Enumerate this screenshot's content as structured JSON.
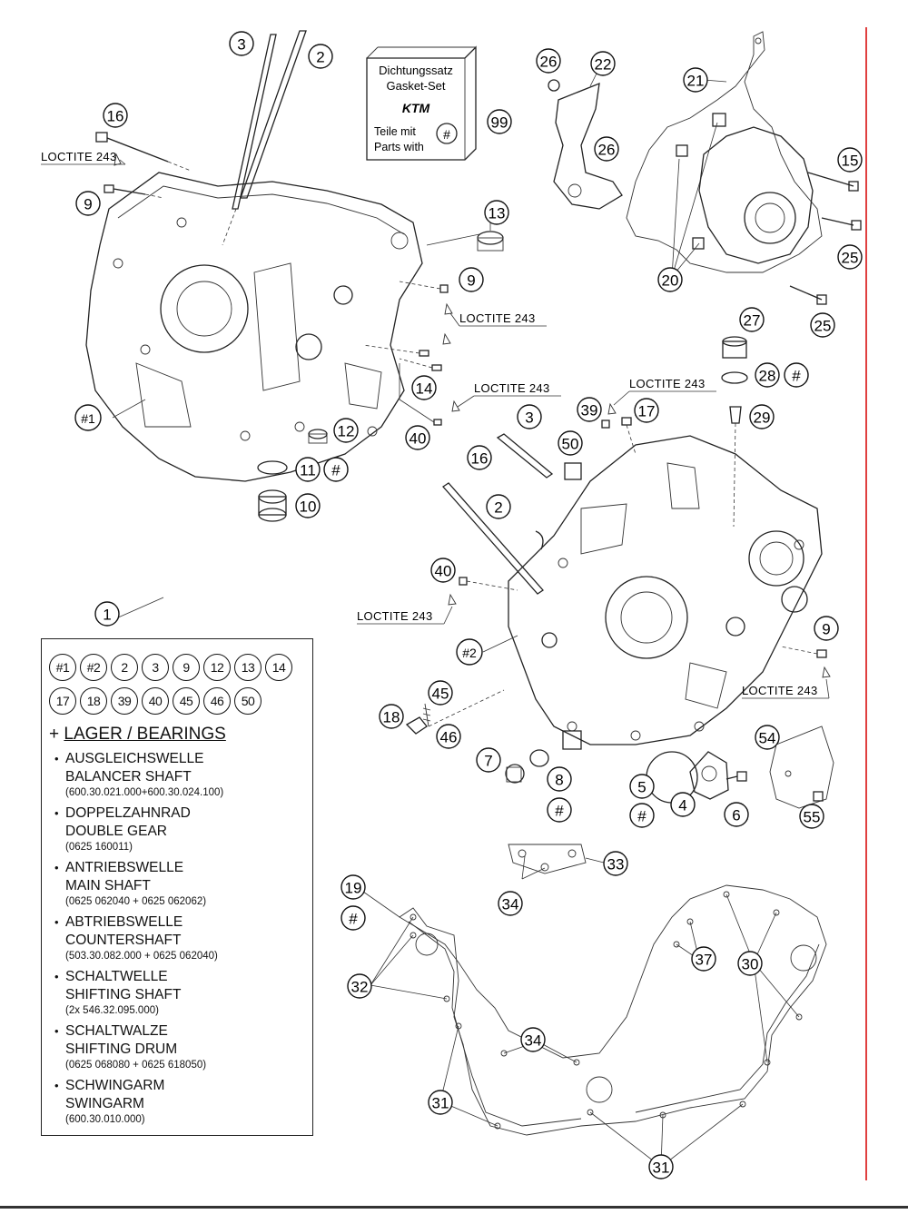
{
  "gasket_set": {
    "line1": "Dichtungssatz",
    "line2": "Gasket-Set",
    "logo": "KTM",
    "line3": "Teile mit",
    "line4": "Parts with",
    "mark": "#"
  },
  "loctite_label": "LOCTITE 243",
  "callouts": {
    "c1": "1",
    "c2": "2",
    "c3": "3",
    "c4": "4",
    "c5": "5",
    "c6": "6",
    "c7": "7",
    "c8": "8",
    "c9": "9",
    "c10": "10",
    "c11": "11",
    "c12": "12",
    "c13": "13",
    "c14": "14",
    "c15": "15",
    "c16": "16",
    "c17": "17",
    "c18": "18",
    "c19": "19",
    "c20": "20",
    "c21": "21",
    "c22": "22",
    "c25": "25",
    "c26": "26",
    "c27": "27",
    "c28": "28",
    "c29": "29",
    "c30": "30",
    "c31": "31",
    "c32": "32",
    "c33": "33",
    "c34": "34",
    "c37": "37",
    "c39": "39",
    "c40": "40",
    "c45": "45",
    "c46": "46",
    "c50": "50",
    "c54": "54",
    "c55": "55",
    "c99": "99",
    "h1": "#1",
    "h2": "#2",
    "hash": "#"
  },
  "parts_box": {
    "row1": [
      "#1",
      "#2",
      "2",
      "3",
      "9",
      "12",
      "13",
      "14"
    ],
    "row2": [
      "17",
      "18",
      "39",
      "40",
      "45",
      "46",
      "50"
    ],
    "plus": "+",
    "bearings_title": "LAGER / BEARINGS",
    "bearings": [
      {
        "de": "AUSGLEICHSWELLE",
        "en": "BALANCER SHAFT",
        "num": "(600.30.021.000+600.30.024.100)"
      },
      {
        "de": "DOPPELZAHNRAD",
        "en": "DOUBLE GEAR",
        "num": "(0625 160011)"
      },
      {
        "de": "ANTRIEBSWELLE",
        "en": "MAIN SHAFT",
        "num": "(0625 062040 + 0625 062062)"
      },
      {
        "de": "ABTRIEBSWELLE",
        "en": "COUNTERSHAFT",
        "num": "(503.30.082.000 + 0625 062040)"
      },
      {
        "de": "SCHALTWELLE",
        "en": "SHIFTING SHAFT",
        "num": "(2x 546.32.095.000)"
      },
      {
        "de": "SCHALTWALZE",
        "en": "SHIFTING DRUM",
        "num": "(0625 068080 + 0625 618050)"
      },
      {
        "de": "SCHWINGARM",
        "en": "SWINGARM",
        "num": "(600.30.010.000)"
      }
    ]
  }
}
